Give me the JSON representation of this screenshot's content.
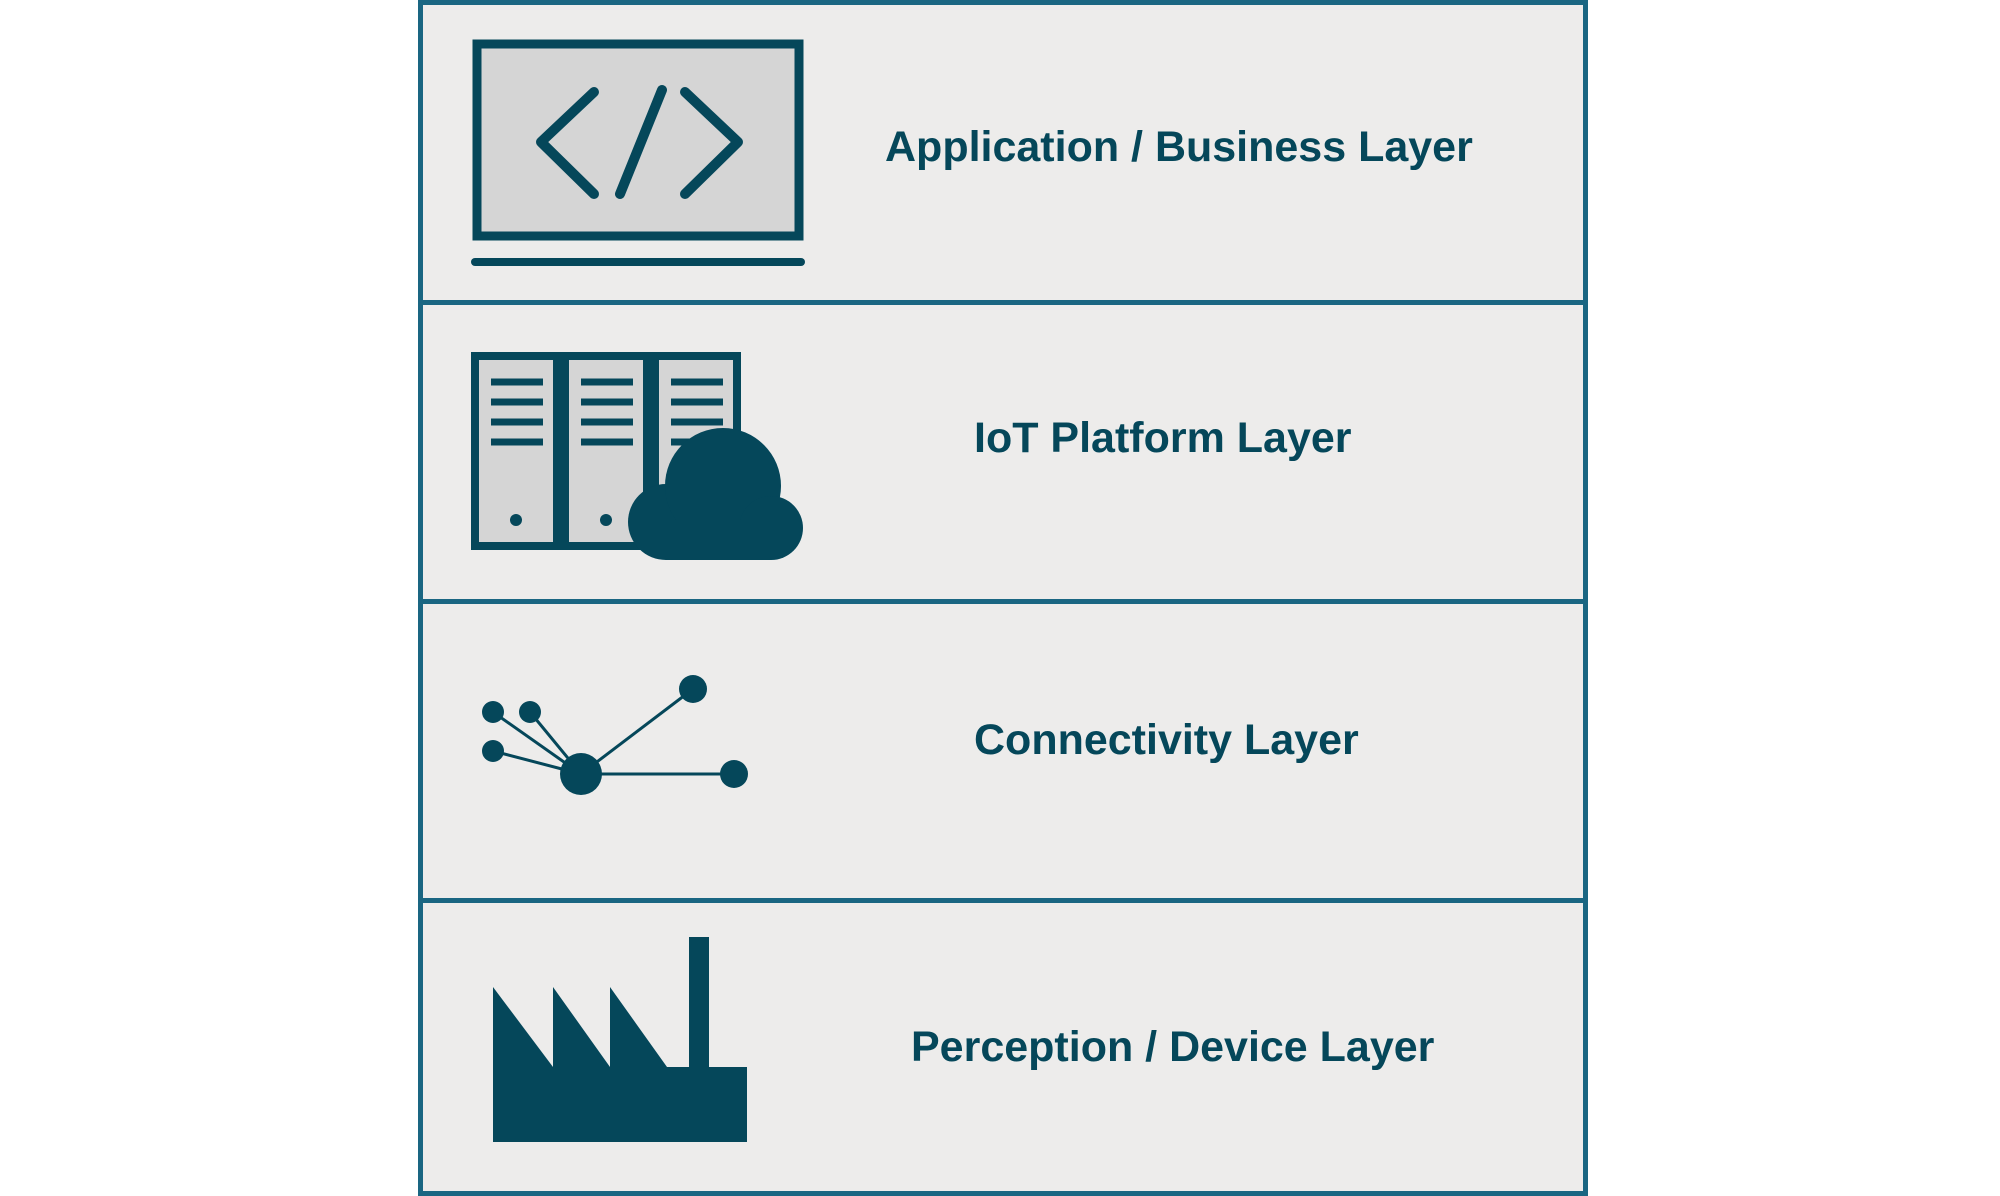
{
  "diagram": {
    "colors": {
      "frame": "#1a6682",
      "panel": "#edeceb",
      "ink": "#05475a",
      "screen_fill": "#d5d5d5"
    },
    "layers": [
      {
        "label": "Application / Business Layer",
        "icon": "code-monitor-icon"
      },
      {
        "label": "IoT Platform Layer",
        "icon": "server-cloud-icon"
      },
      {
        "label": "Connectivity Layer",
        "icon": "network-nodes-icon"
      },
      {
        "label": "Perception / Device Layer",
        "icon": "factory-icon"
      }
    ]
  }
}
